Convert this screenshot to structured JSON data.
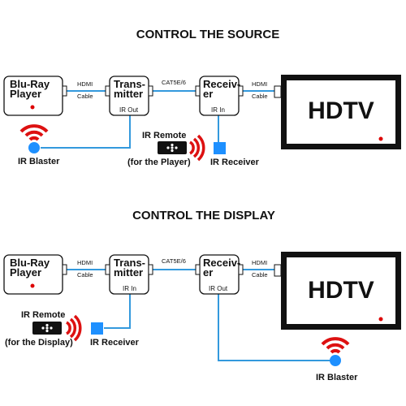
{
  "top": {
    "title": "CONTROL THE SOURCE",
    "player": [
      "Blu-Ray",
      "Player"
    ],
    "transmitter": [
      "Trans-",
      "mitter"
    ],
    "receiver": [
      "Receiv-",
      "er"
    ],
    "cable1": [
      "HDMI",
      "Cable"
    ],
    "cable2": "CAT5E/6",
    "cable3": [
      "HDMI",
      "Cable"
    ],
    "tx_port": "IR Out",
    "rx_port": "IR In",
    "tv": "HDTV",
    "ir_blaster": "IR Blaster",
    "remote": [
      "IR Remote",
      "(for the Player)"
    ],
    "ir_receiver": "IR Receiver"
  },
  "bottom": {
    "title": "CONTROL THE DISPLAY",
    "player": [
      "Blu-Ray",
      "Player"
    ],
    "transmitter": [
      "Trans-",
      "mitter"
    ],
    "receiver": [
      "Receiv-",
      "er"
    ],
    "cable1": [
      "HDMI",
      "Cable"
    ],
    "cable2": "CAT5E/6",
    "cable3": [
      "HDMI",
      "Cable"
    ],
    "tx_port": "IR In",
    "rx_port": "IR Out",
    "tv": "HDTV",
    "ir_blaster": "IR Blaster",
    "remote": [
      "IR Remote",
      "(for the Display)"
    ],
    "ir_receiver": "IR Receiver"
  },
  "colors": {
    "cable": "#3399dd",
    "ir": "#dd1111",
    "blue": "#1e90ff",
    "red_dot": "#dd0000"
  }
}
